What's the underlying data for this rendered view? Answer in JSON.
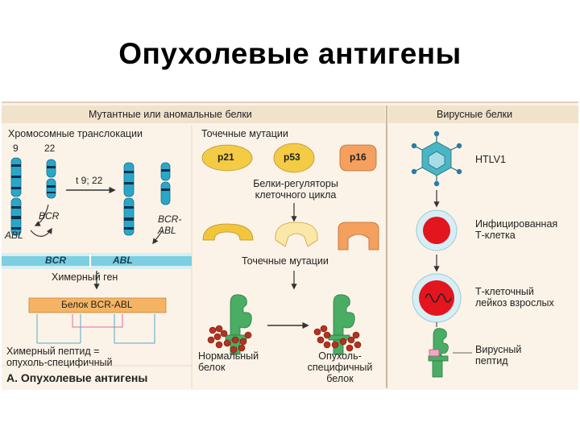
{
  "slide": {
    "title": "Опухолевые антигены"
  },
  "figure": {
    "header_mutant": "Мутантные или аномальные белки",
    "header_viral": "Вирусные белки",
    "translocation": {
      "title": "Хромосомные транслокации",
      "chrom_a": "9",
      "chrom_b": "22",
      "translocation_label": "t 9; 22",
      "bcr_label": "BCR",
      "abl_label": "ABL",
      "bcr_abl_line1": "BCR-",
      "bcr_abl_line2": "ABL",
      "gene_bar_bcr": "BCR",
      "gene_bar_abl": "ABL",
      "chimeric_gene": "Химерный ген",
      "protein_label": "Белок BCR-ABL",
      "peptide_line1": "Химерный пептид =",
      "peptide_line2": "опухоль-специфичный"
    },
    "point_mutations": {
      "title": "Точечные мутации",
      "proteins": [
        "p21",
        "p53",
        "p16"
      ],
      "regulators_line1": "Белки-регуляторы",
      "regulators_line2": "клеточного цикла",
      "second_title": "Точечные мутации",
      "normal_line1": "Нормальный",
      "normal_line2": "белок",
      "tumor_line1": "Опухоль-",
      "tumor_line2": "специфичный",
      "tumor_line3": "белок"
    },
    "viral": {
      "virus": "HTLV1",
      "infected_line1": "Инфицированная",
      "infected_line2": "Т-клетка",
      "leukemia_line1": "Т-клеточный",
      "leukemia_line2": "лейкоз взрослых",
      "peptide_line1": "Вирусный",
      "peptide_line2": "пептид"
    },
    "caption": "А. Опухолевые антигены"
  },
  "colors": {
    "panel": "#fbf3e8",
    "header_band": "#f1e2cc",
    "chromosome": "#2aa6c8",
    "yellow_protein": "#f3cb45",
    "peach_protein": "#f5a05f",
    "mhc_green": "#49ad63",
    "peptide_red": "#b5321f",
    "virus_teal": "#4ab5c5",
    "cell_red": "#e3151e"
  }
}
